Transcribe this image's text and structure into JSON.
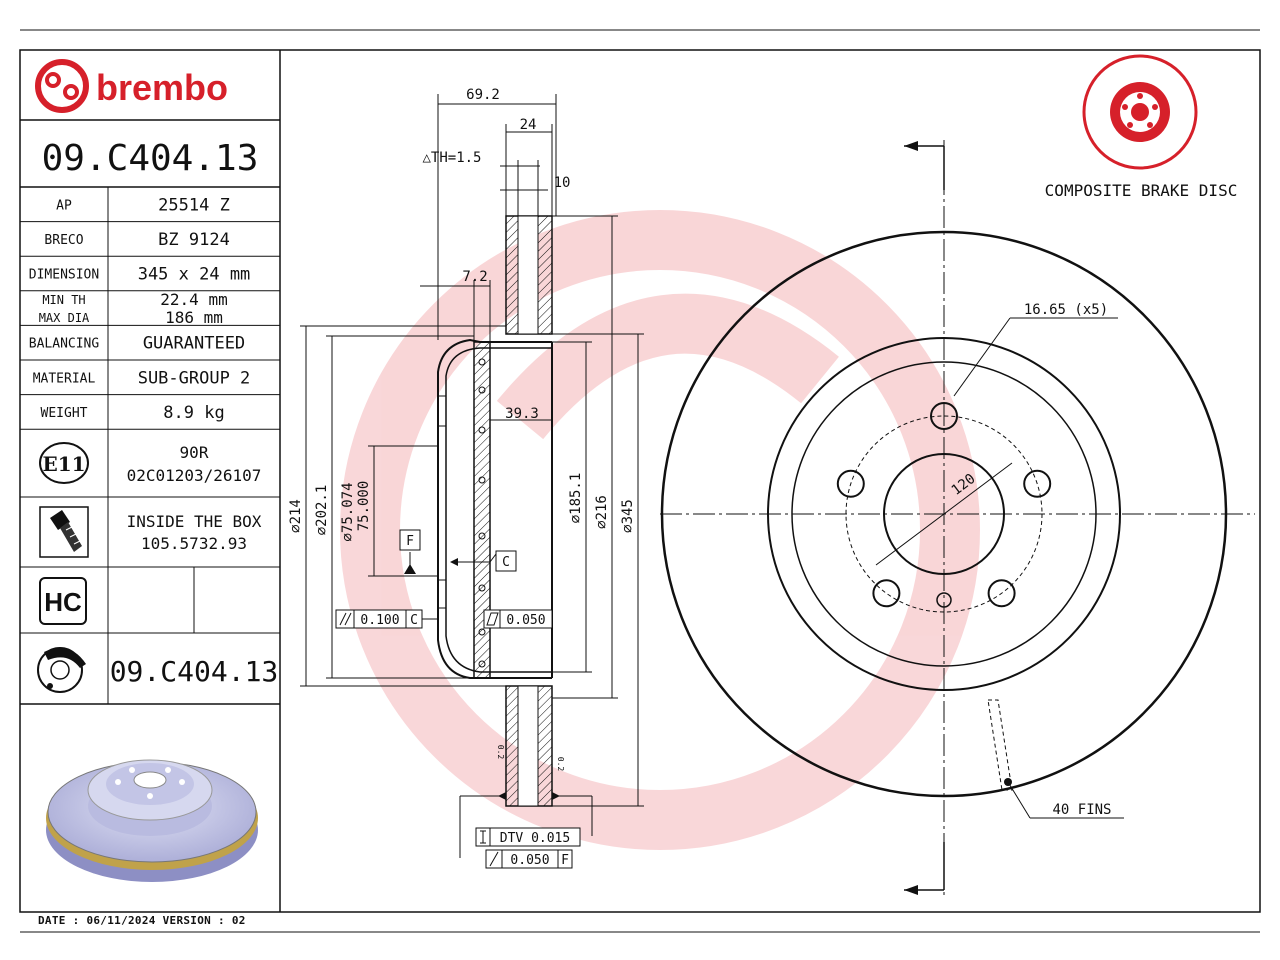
{
  "brand": {
    "name": "brembo",
    "color": "#d6202a"
  },
  "part_number": "09.C404.13",
  "specs": [
    {
      "label": "AP",
      "value": "25514 Z"
    },
    {
      "label": "BRECO",
      "value": "BZ 9124"
    },
    {
      "label": "DIMENSION",
      "value": "345 x 24 mm"
    },
    {
      "label_lines": [
        "MIN TH",
        "MAX DIA"
      ],
      "value_lines": [
        "22.4 mm",
        "186 mm"
      ]
    },
    {
      "label": "BALANCING",
      "value": "GUARANTEED"
    },
    {
      "label": "MATERIAL",
      "value": "SUB-GROUP 2"
    },
    {
      "label": "WEIGHT",
      "value": "8.9 kg"
    }
  ],
  "homologation": {
    "icon": "e11-mark-icon",
    "mark": "E11",
    "lines": [
      "90R",
      "02C01203/26107"
    ]
  },
  "inside_box": {
    "icon": "screw-icon",
    "lines": [
      "INSIDE THE BOX",
      "105.5732.93"
    ]
  },
  "hc_badge": {
    "icon": "hc-badge-icon",
    "text": "HC"
  },
  "disc_ref": {
    "icon": "disc-pad-icon",
    "part": "09.C404.13"
  },
  "title_label": "COMPOSITE BRAKE DISC",
  "front_view": {
    "bolt_hole": "16.65 (x5)",
    "pcd": "120",
    "fins": "40 FINS"
  },
  "section_dims": {
    "overall_height": "69.2",
    "thickness": "24",
    "th_note": "△TH=1.5",
    "groove": "10",
    "offset": "7.2",
    "hat_depth": "39.3",
    "d214": "⌀214",
    "d202": "⌀202.1",
    "d75a": "⌀75.074",
    "d75b": "75.000",
    "d185": "⌀185.1",
    "d216": "⌀216",
    "d345": "⌀345",
    "datum_f": "F",
    "datum_c": "C",
    "tol_parallel": "0.100",
    "tol_parallel_ref": "C",
    "tol_flat": "0.050",
    "tol_dtv": "DTV 0.015",
    "tol_runout": "0.050",
    "tol_runout_ref": "F",
    "small_a": "0.2",
    "small_b": "0.2"
  },
  "footer": "DATE : 06/11/2024 VERSION : 02"
}
